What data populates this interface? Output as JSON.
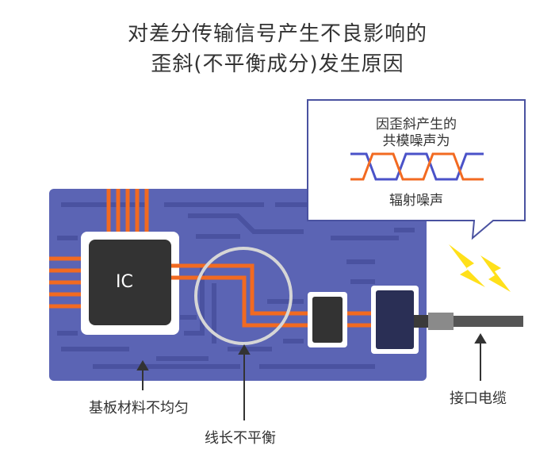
{
  "title": {
    "line1": "对差分传输信号产生不良影响的",
    "line2": "歪斜(不平衡成分)发生原因"
  },
  "callout": {
    "line1": "因歪斜产生的",
    "line2": "共模噪声为",
    "line3": "辐射噪声"
  },
  "ic_label": "IC",
  "labels": {
    "substrate": "基板材料不均匀",
    "wire_length": "线长不平衡",
    "cable": "接口电缆"
  },
  "colors": {
    "board": "#5b64b4",
    "board_pattern": "#4a52a0",
    "trace": "#f26a21",
    "chip": "#333333",
    "connector": "#2a2f55",
    "signal_blue": "#4a52c8",
    "lightning": "#ffe01a",
    "callout_border": "#4a52a0"
  },
  "icons": [
    "lightning-bolt-icon",
    "magnifier-circle-icon",
    "arrow-up-icon"
  ]
}
